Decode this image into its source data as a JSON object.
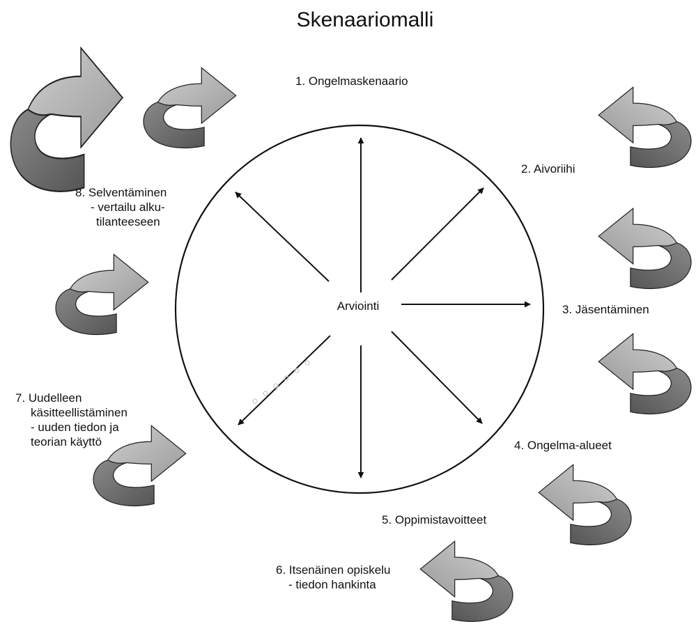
{
  "title": "Skenaariomalli",
  "center": "Arviointi",
  "steps": [
    {
      "id": 1,
      "lines": [
        "1. Ongelmaskenaario"
      ]
    },
    {
      "id": 2,
      "lines": [
        "2. Aivoriihi"
      ]
    },
    {
      "id": 3,
      "lines": [
        "3. Jäsentäminen"
      ]
    },
    {
      "id": 4,
      "lines": [
        "4. Ongelma-alueet"
      ]
    },
    {
      "id": 5,
      "lines": [
        "5. Oppimistavoitteet"
      ]
    },
    {
      "id": 6,
      "lines": [
        "6. Itsenäinen opiskelu",
        "- tiedon hankinta"
      ]
    },
    {
      "id": 7,
      "lines": [
        "7. Uudelleen",
        "käsitteellistäminen",
        "- uuden tiedon ja",
        "teorian käyttö"
      ]
    },
    {
      "id": 8,
      "lines": [
        "8. Selventäminen",
        "- vertailu alku-",
        "tilanteeseen"
      ]
    }
  ],
  "colors": {
    "stroke": "#111111",
    "arrow_light": "#b4b4b4",
    "arrow_dark": "#6f6f6f",
    "shadow": "#d6d6d6"
  }
}
